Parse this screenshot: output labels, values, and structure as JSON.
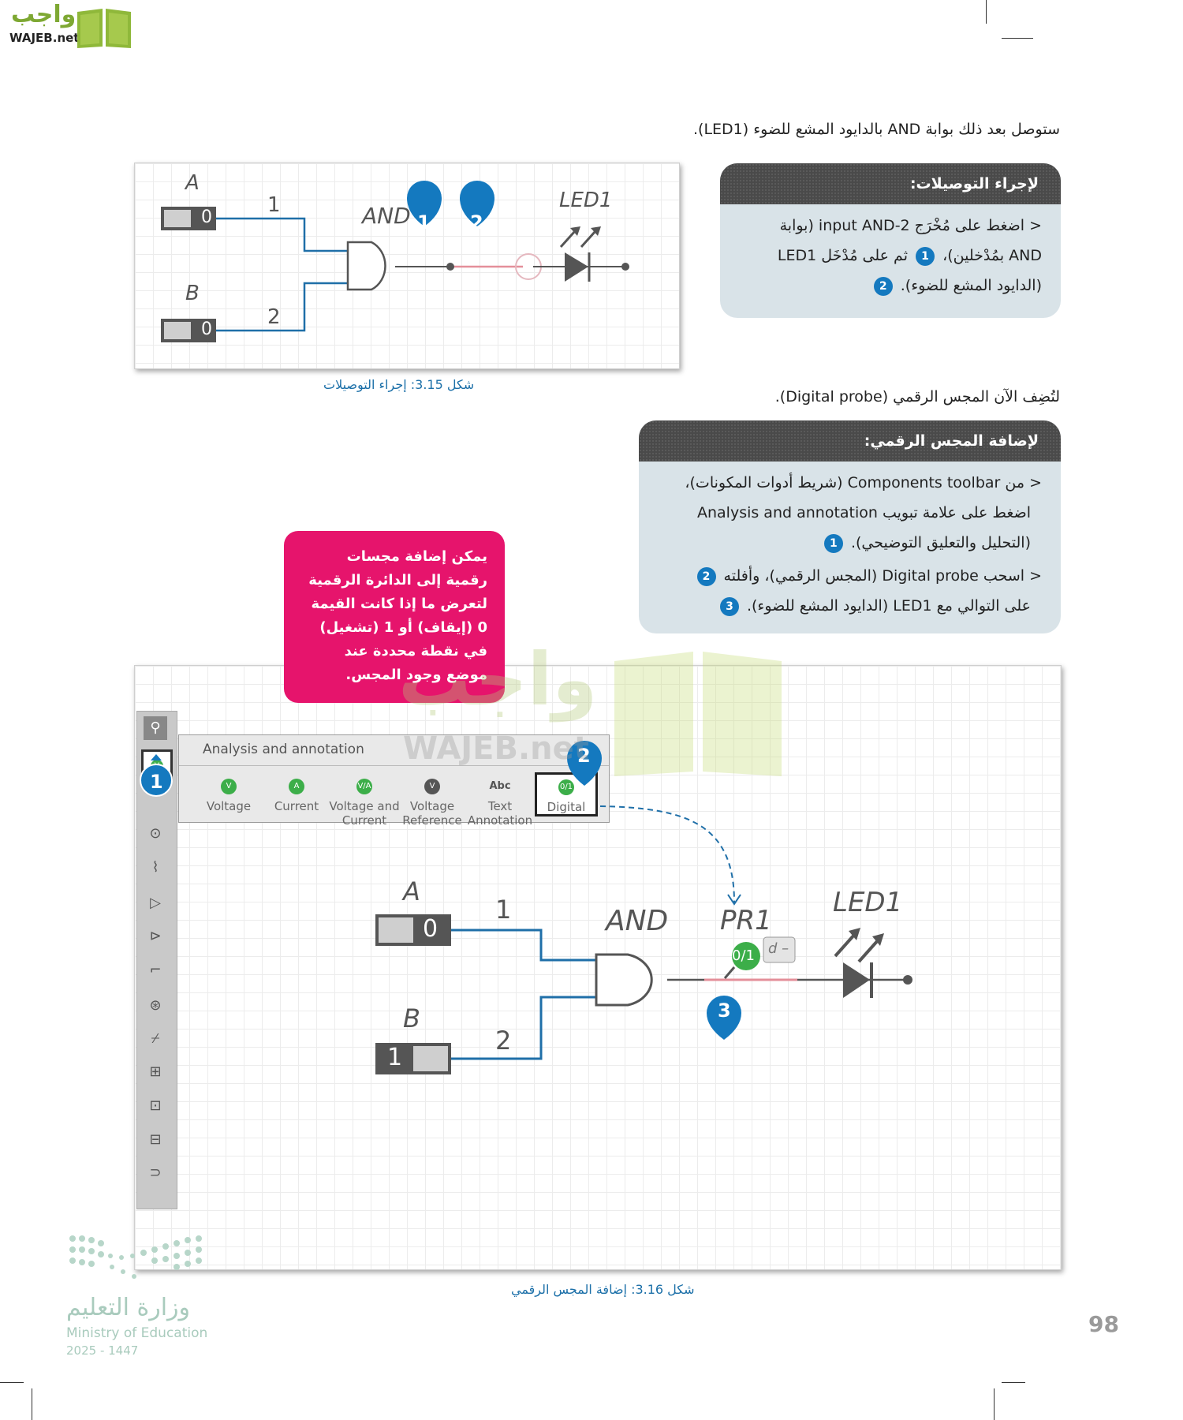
{
  "header": {
    "logo_ar": "واجب",
    "logo_en": "WAJEB.net"
  },
  "intro1": "ستوصل بعد ذلك بوابة AND بالدايود المشع للضوء (LED1).",
  "box1": {
    "title": "لإجراء التوصيلات:",
    "line1": "< اضغط على مُخْرَج 2-input AND (بوابة",
    "line2a": "AND بمُدْخلين)،",
    "line2b": "ثم على مُدْخَل LED1",
    "line3": "(الدايود المشع للضوء).",
    "n1": "1",
    "n2": "2"
  },
  "fig1": {
    "label_a": "A",
    "label_b": "B",
    "val_a": "0",
    "val_b": "0",
    "wire1": "1",
    "wire2": "2",
    "gate": "AND",
    "led": "LED1",
    "marker1": "1",
    "marker2": "2",
    "caption": "شكل 3.15: إجراء التوصيلات"
  },
  "intro2": "لتُضِف الآن المجس الرقمي (Digital probe).",
  "box2": {
    "title": "لإضافة المجس الرقمي:",
    "line1": "< من Components toolbar (شريط أدوات المكونات)،",
    "line2": "اضغط على علامة تبويب Analysis and annotation",
    "line3": "(التحليل والتعليق التوضيحي).",
    "line4": "< اسحب Digital probe (المجس الرقمي)، وأفلته",
    "line5": "على التوالي مع LED1 (الدايود المشع للضوء).",
    "n1": "1",
    "n2": "2",
    "n3": "3"
  },
  "note": "يمكن إضافة مجسات رقمية إلى الدائرة الرقمية لتعرض ما إذا كانت القيمة 0 (إيقاف) أو 1 (تشغيل) في نقطة محددة عند موضع وجود المجس.",
  "fig2": {
    "panel_title": "Analysis and annotation",
    "items": [
      {
        "icon": "V",
        "label1": "Voltage",
        "label2": ""
      },
      {
        "icon": "A",
        "label1": "Current",
        "label2": ""
      },
      {
        "icon": "V/A",
        "label1": "Voltage and",
        "label2": "Current"
      },
      {
        "icon": "V",
        "label1": "Voltage",
        "label2": "Reference"
      },
      {
        "icon": "Abc",
        "label1": "Text",
        "label2": "Annotation"
      },
      {
        "icon": "0/1",
        "label1": "Digital",
        "label2": ""
      }
    ],
    "label_a": "A",
    "label_b": "B",
    "val_a": "0",
    "val_b": "1",
    "wire1": "1",
    "wire2": "2",
    "gate": "AND",
    "probe": "PR1",
    "probe_val": "0/1",
    "probe_tag": "d –",
    "led": "LED1",
    "marker1": "1",
    "marker2": "2",
    "marker3": "3",
    "caption": "شكل 3.16: إضافة المجس الرقمي"
  },
  "watermark": {
    "ar": "واجب",
    "en": "WAJEB.net"
  },
  "footer": {
    "ministry_ar": "وزارة التعليم",
    "ministry_en": "Ministry of Education",
    "year": "2025 - 1447",
    "page": "98"
  },
  "colors": {
    "accent_blue": "#1479bf",
    "pink": "#e6146c",
    "wire": "#1f6fa8",
    "logo_green": "#7ea833"
  }
}
